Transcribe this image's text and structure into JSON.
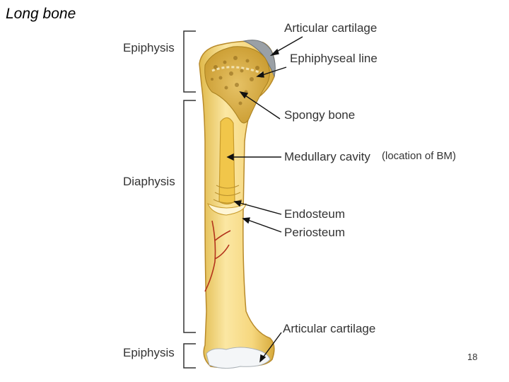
{
  "title": "Long bone",
  "regions": {
    "top_epiphysis": "Epiphysis",
    "diaphysis": "Diaphysis",
    "bottom_epiphysis": "Epiphysis"
  },
  "labels": {
    "articular_cartilage_top": "Articular cartilage",
    "epiphyseal_line": "Ephiphyseal line",
    "spongy_bone": "Spongy bone",
    "medullary_cavity": "Medullary cavity",
    "medullary_note": "(location of BM)",
    "endosteum": "Endosteum",
    "periosteum": "Periosteum",
    "articular_cartilage_bottom": "Articular cartilage"
  },
  "page_number": "18"
}
